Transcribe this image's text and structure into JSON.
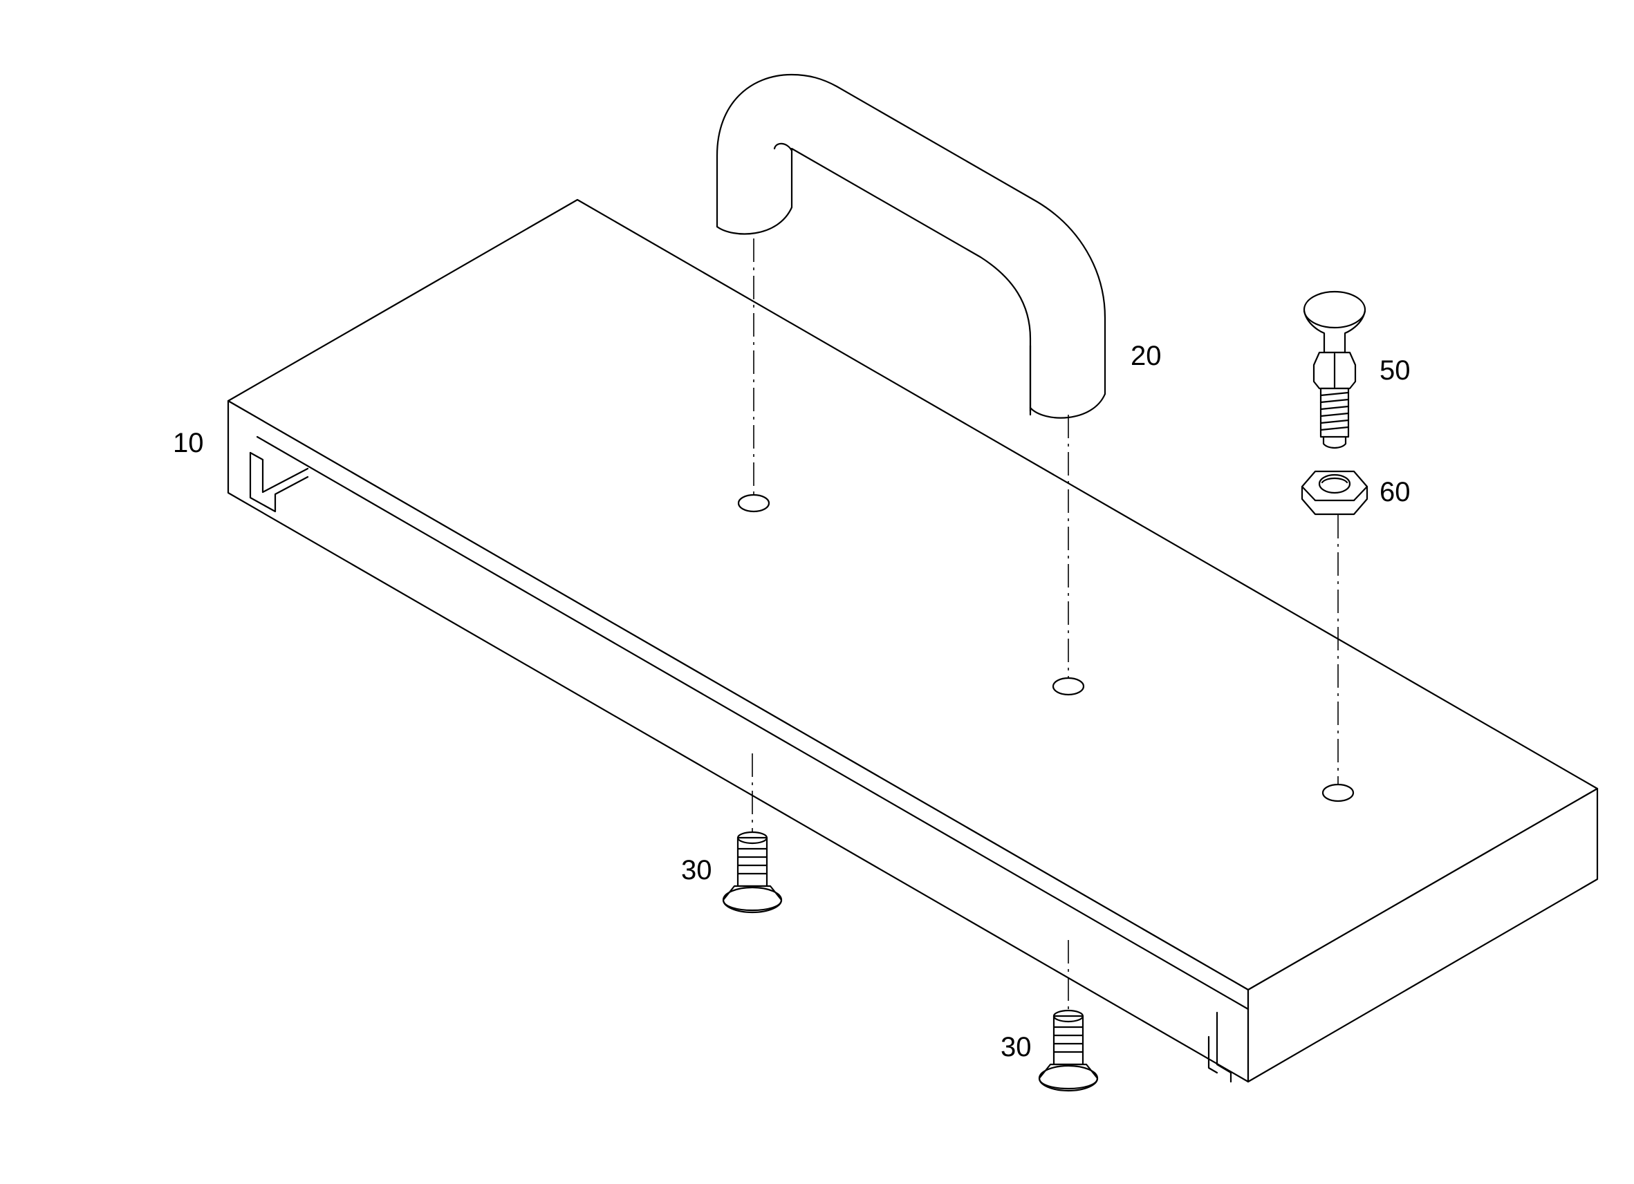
{
  "labels": {
    "plate": "10",
    "handle": "20",
    "screw_left": "30",
    "screw_right": "30",
    "index_plunger": "50",
    "hex_nut": "60"
  }
}
